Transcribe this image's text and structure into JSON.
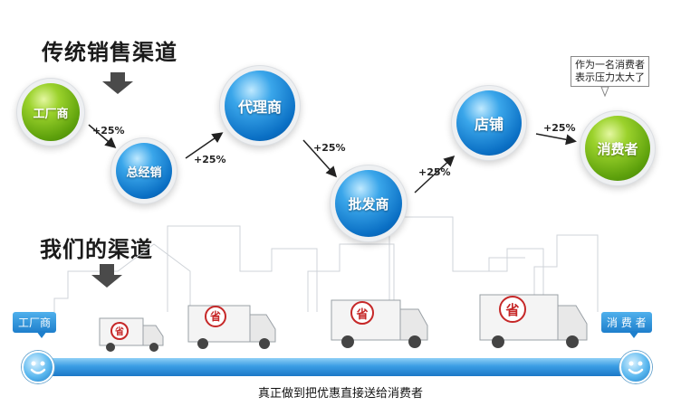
{
  "traditional": {
    "title": "传统销售渠道",
    "nodes": {
      "factory": "工厂商",
      "distributor": "总经销",
      "agent": "代理商",
      "wholesaler": "批发商",
      "store": "店铺",
      "consumer": "消费者"
    },
    "markup": "+25%",
    "note": [
      "作为一名消费者",
      "表示压力太大了"
    ]
  },
  "ours": {
    "title": "我们的渠道",
    "start_label": "工厂商",
    "end_label": "消 费 者",
    "truck_mark": "省",
    "caption": "真正做到把优惠直接送给消费者"
  },
  "colors": {
    "green": "#6aae12",
    "blue": "#0a6fc4",
    "pipe": "#3a9de4"
  }
}
